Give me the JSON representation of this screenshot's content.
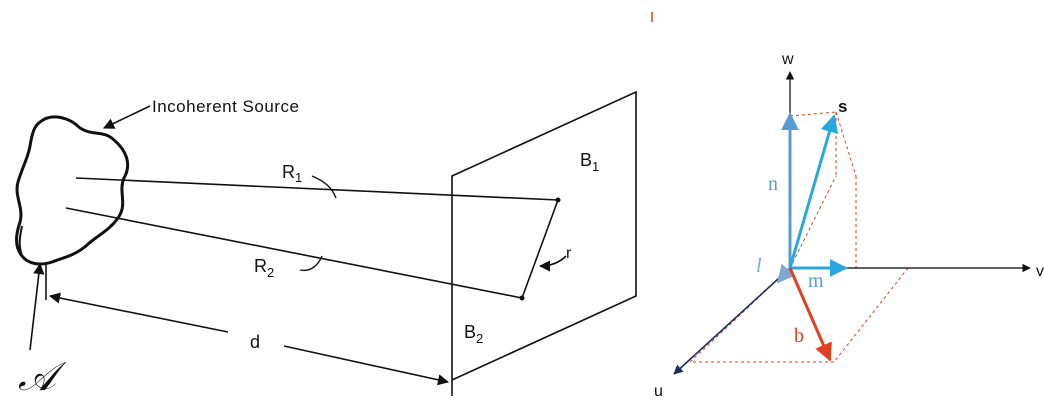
{
  "left_diagram": {
    "source_label": "Incoherent Source",
    "r1_label": "R",
    "r1_sub": "1",
    "r2_label": "R",
    "r2_sub": "2",
    "b1_label": "B",
    "b1_sub": "1",
    "b2_label": "B",
    "b2_sub": "2",
    "r_label": "r",
    "d_label": "d",
    "a_label": "𝒜"
  },
  "right_diagram": {
    "axis_w": "w",
    "axis_v": "v",
    "axis_u": "u",
    "vec_s": "s",
    "vec_n": "n",
    "vec_m": "m",
    "vec_l": "l",
    "vec_b": "b",
    "colors": {
      "s": "#29a8dd",
      "n": "#5b9bd5",
      "m": "#29a8dd",
      "l": "#7fa8d8",
      "b": "#e04020",
      "u_axis": "#1f2f5a",
      "dashed": "#e04020",
      "axes": "#000000"
    }
  }
}
